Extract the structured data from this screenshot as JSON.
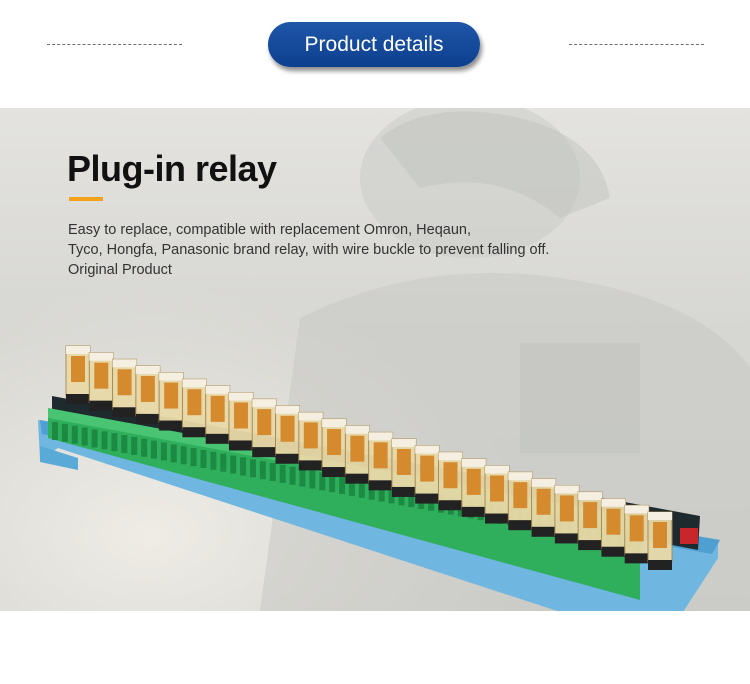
{
  "header": {
    "pill_label": "Product details"
  },
  "feature": {
    "title": "Plug-in relay",
    "description_lines": [
      "Easy to replace, compatible with replacement Omron, Heqaun,",
      "Tyco, Hongfa, Panasonic brand relay, with wire buckle to prevent falling off.",
      "Original Product"
    ],
    "accent_color": "#f3a21b"
  },
  "product_image": {
    "subject": "relay module board",
    "relay_count": 26
  },
  "colors": {
    "pill_blue": "#1a4e9e",
    "rail_blue": "#5aaad8",
    "terminal_green": "#2fae5b"
  }
}
